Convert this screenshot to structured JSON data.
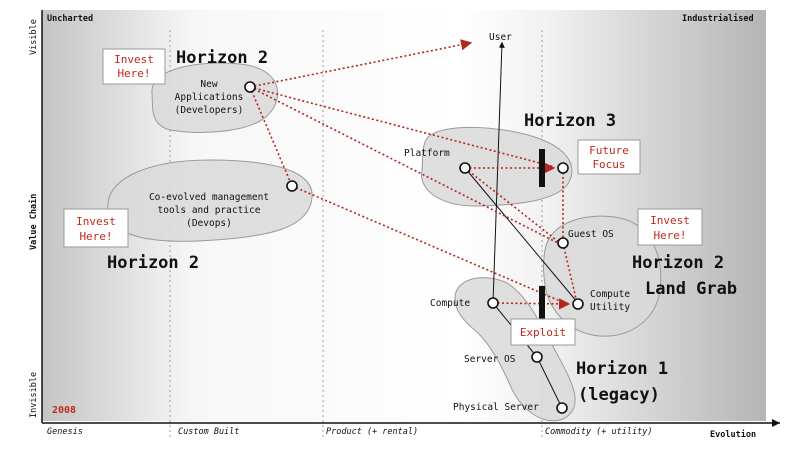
{
  "axes": {
    "y_top": "Visible",
    "y_mid": "Value Chain",
    "y_bottom": "Invisible",
    "x_end": "Evolution",
    "stages": [
      "Genesis",
      "Custom Built",
      "Product (+ rental)",
      "Commodity (+ utility)"
    ]
  },
  "corners": {
    "left": "Uncharted",
    "right": "Industrialised"
  },
  "year": "2008",
  "nodes": {
    "user": "User",
    "new_apps": [
      "New",
      "Applications",
      "(Developers)"
    ],
    "coevolved": [
      "Co-evolved management",
      "tools and practice",
      "(Devops)"
    ],
    "platform": "Platform",
    "guest_os": "Guest OS",
    "compute": "Compute",
    "compute_utility": [
      "Compute",
      "Utility"
    ],
    "server_os": "Server OS",
    "physical_server": "Physical Server"
  },
  "horizons": {
    "h2_top": "Horizon 2",
    "h2_left": "Horizon 2",
    "h3": "Horizon 3",
    "h2_right": [
      "Horizon 2",
      "Land Grab"
    ],
    "h1": [
      "Horizon 1",
      "(legacy)"
    ]
  },
  "notes": {
    "invest_top": [
      "Invest",
      "Here!"
    ],
    "invest_left": [
      "Invest",
      "Here!"
    ],
    "invest_right": [
      "Invest",
      "Here!"
    ],
    "future_focus": [
      "Future",
      "Focus"
    ],
    "exploit": "Exploit"
  },
  "colors": {
    "accent_red": "#b3261e",
    "blob_gray": "#d9d9d9"
  }
}
